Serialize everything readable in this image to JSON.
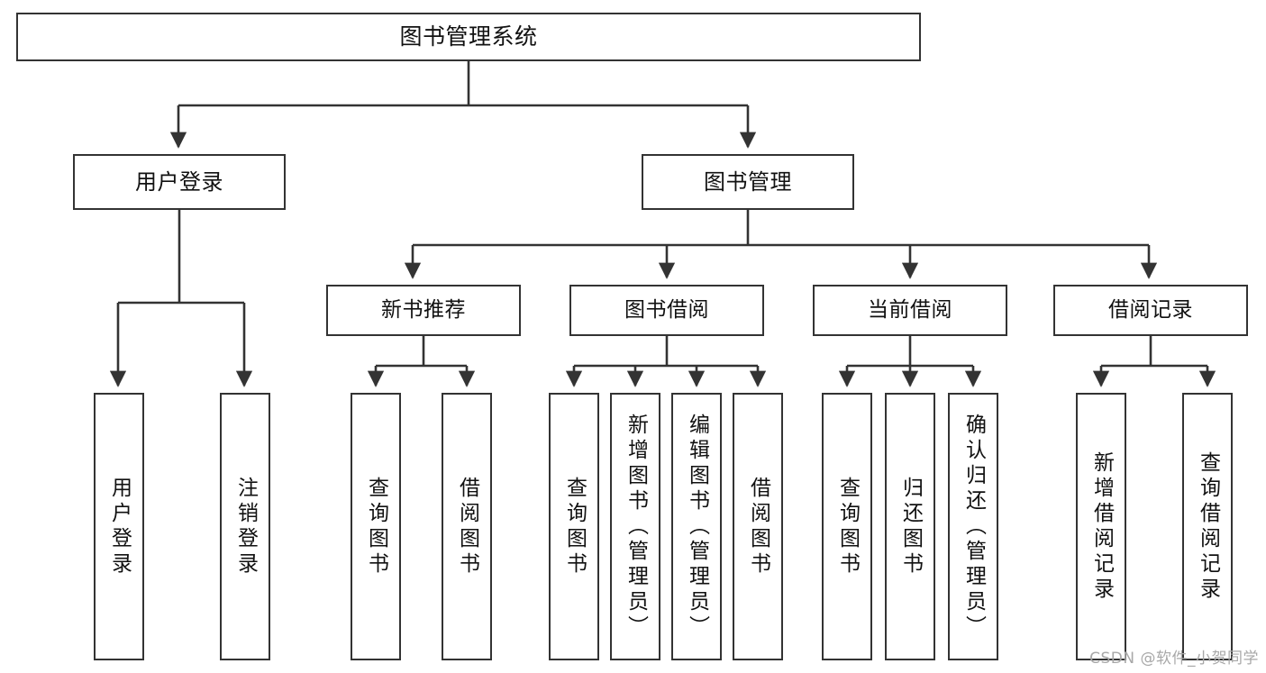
{
  "diagram": {
    "title": "图书管理系统",
    "watermark": "CSDN @软件_小贺同学",
    "line_color": "#333333",
    "box_fill": "#ffffff",
    "text_color": "#111111",
    "nodes": {
      "root": {
        "label": "图书管理系统"
      },
      "user_login": {
        "label": "用户登录"
      },
      "book_manage": {
        "label": "图书管理"
      },
      "new_book_rec": {
        "label": "新书推荐"
      },
      "book_borrow": {
        "label": "图书借阅"
      },
      "current_borrow": {
        "label": "当前借阅"
      },
      "borrow_record": {
        "label": "借阅记录"
      },
      "leaf_user_login": {
        "label": "用户登录"
      },
      "leaf_logout": {
        "label": "注销登录"
      },
      "leaf_query_book_1": {
        "label": "查询图书"
      },
      "leaf_borrow_book_1": {
        "label": "借阅图书"
      },
      "leaf_query_book_2": {
        "label": "查询图书"
      },
      "leaf_add_book": {
        "label": "新增图书（管理员）"
      },
      "leaf_edit_book": {
        "label": "编辑图书（管理员）"
      },
      "leaf_borrow_book_2": {
        "label": "借阅图书"
      },
      "leaf_query_book_3": {
        "label": "查询图书"
      },
      "leaf_return_book": {
        "label": "归还图书"
      },
      "leaf_confirm_return": {
        "label": "确认归还（管理员）"
      },
      "leaf_add_record": {
        "label": "新增借阅记录"
      },
      "leaf_query_record": {
        "label": "查询借阅记录"
      }
    }
  }
}
